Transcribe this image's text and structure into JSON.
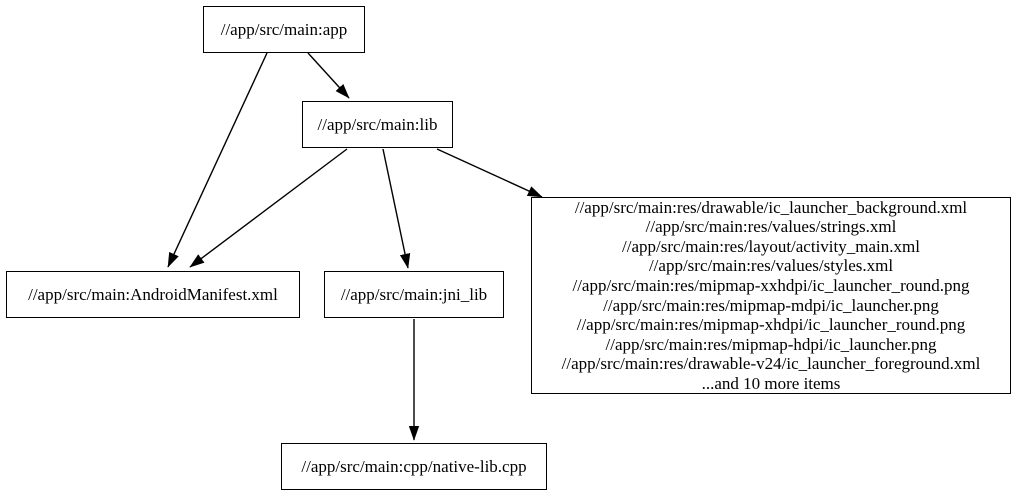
{
  "diagram": {
    "type": "directed-dependency-graph",
    "background_color": "#ffffff",
    "node_fill_color": "#ffffff",
    "node_border_color": "#000000",
    "edge_color": "#000000",
    "text_color": "#000000"
  },
  "nodes": {
    "app": {
      "label": "//app/src/main:app"
    },
    "lib": {
      "label": "//app/src/main:lib"
    },
    "android_manifest": {
      "label": "//app/src/main:AndroidManifest.xml"
    },
    "jni_lib": {
      "label": "//app/src/main:jni_lib"
    },
    "native_lib_cpp": {
      "label": "//app/src/main:cpp/native-lib.cpp"
    },
    "resources": {
      "lines": [
        "//app/src/main:res/drawable/ic_launcher_background.xml",
        "//app/src/main:res/values/strings.xml",
        "//app/src/main:res/layout/activity_main.xml",
        "//app/src/main:res/values/styles.xml",
        "//app/src/main:res/mipmap-xxhdpi/ic_launcher_round.png",
        "//app/src/main:res/mipmap-mdpi/ic_launcher.png",
        "//app/src/main:res/mipmap-xhdpi/ic_launcher_round.png",
        "//app/src/main:res/mipmap-hdpi/ic_launcher.png",
        "//app/src/main:res/drawable-v24/ic_launcher_foreground.xml",
        "...and 10 more items"
      ]
    }
  },
  "edges": [
    {
      "from": "app",
      "to": "lib"
    },
    {
      "from": "app",
      "to": "android_manifest"
    },
    {
      "from": "lib",
      "to": "android_manifest"
    },
    {
      "from": "lib",
      "to": "jni_lib"
    },
    {
      "from": "lib",
      "to": "resources"
    },
    {
      "from": "jni_lib",
      "to": "native_lib_cpp"
    }
  ]
}
